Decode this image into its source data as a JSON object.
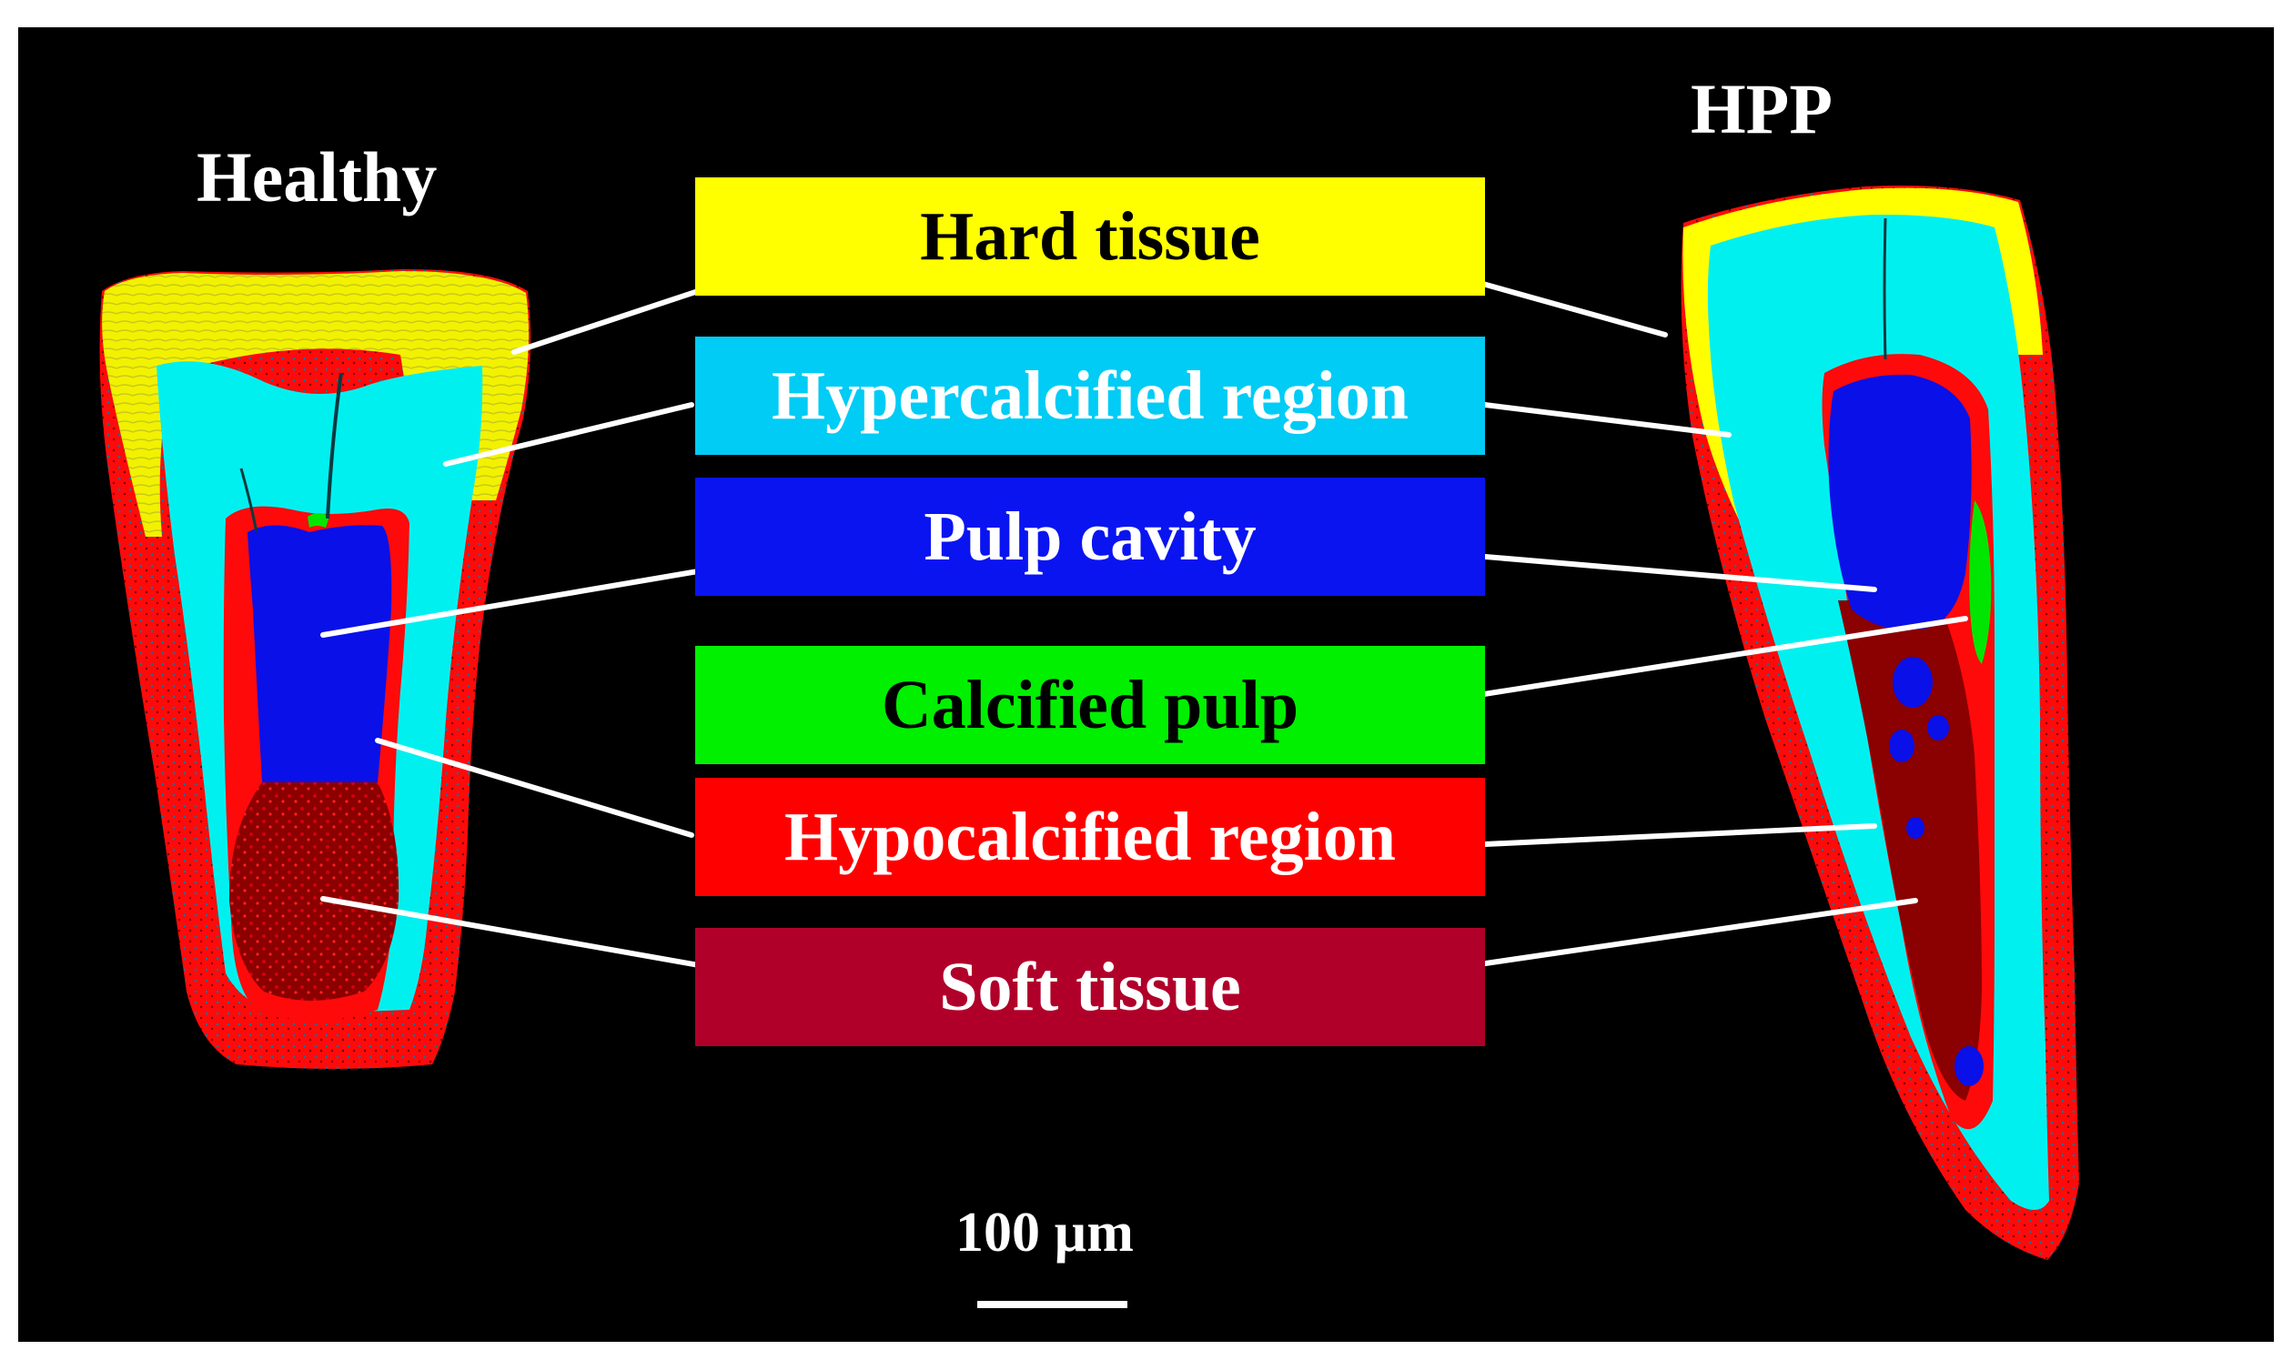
{
  "panels": {
    "left": {
      "title": "Healthy"
    },
    "right": {
      "title": "HPP"
    }
  },
  "legend": [
    {
      "id": "hard",
      "label": "Hard tissue",
      "color": "#ffff00",
      "text_color": "#000000"
    },
    {
      "id": "hyper",
      "label": "Hypercalcified region",
      "color": "#00ccf5",
      "text_color": "#ffffff"
    },
    {
      "id": "pulp",
      "label": "Pulp cavity",
      "color": "#0a14f0",
      "text_color": "#ffffff"
    },
    {
      "id": "calc",
      "label": "Calcified pulp",
      "color": "#00f000",
      "text_color": "#000000"
    },
    {
      "id": "hypo",
      "label": "Hypocalcified region",
      "color": "#ff0000",
      "text_color": "#ffffff"
    },
    {
      "id": "soft",
      "label": "Soft tissue",
      "color": "#b0002a",
      "text_color": "#ffffff"
    }
  ],
  "scale_bar": {
    "label": "100 µm"
  },
  "tissue_colors": {
    "background": "#000000",
    "hard": "#ffff00",
    "hard_texture": "#d9d91a",
    "hyper": "#00f0f0",
    "pulp": "#0a10e8",
    "calc": "#00e600",
    "hypo": "#ff0a0a",
    "soft": "#8b0000",
    "leader": "#ffffff"
  }
}
